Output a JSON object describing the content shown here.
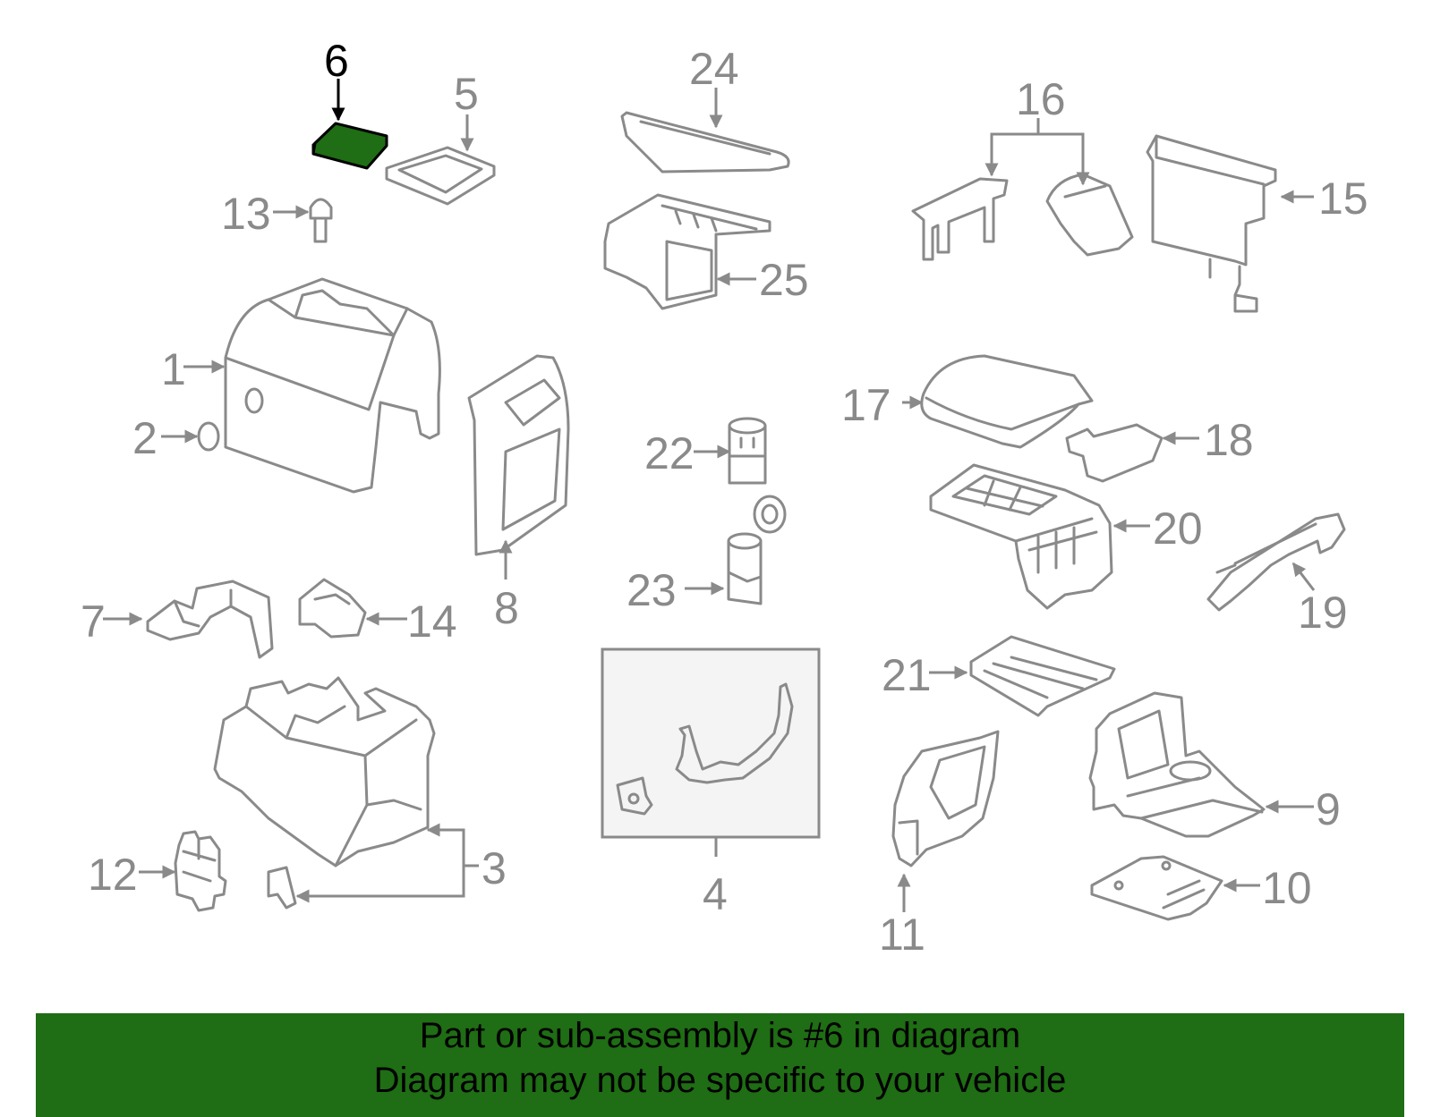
{
  "highlight_color": "#1f6d14",
  "callouts": {
    "c1": "1",
    "c2": "2",
    "c3": "3",
    "c4": "4",
    "c5": "5",
    "c6": "6",
    "c7": "7",
    "c8": "8",
    "c9": "9",
    "c10": "10",
    "c11": "11",
    "c12": "12",
    "c13": "13",
    "c14": "14",
    "c15": "15",
    "c16": "16",
    "c17": "17",
    "c18": "18",
    "c19": "19",
    "c20": "20",
    "c21": "21",
    "c22": "22",
    "c23": "23",
    "c24": "24",
    "c25": "25"
  },
  "banner": {
    "line1": "Part or sub-assembly is #6 in diagram",
    "line2": "Diagram may not be specific to your vehicle"
  }
}
